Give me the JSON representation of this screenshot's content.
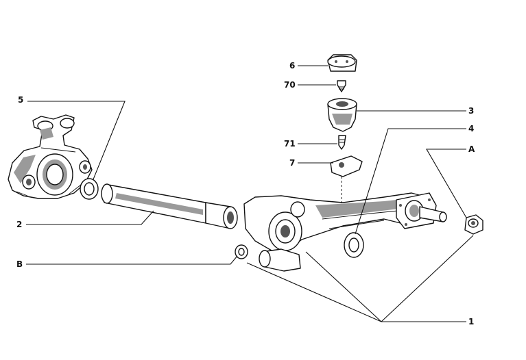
{
  "callouts": {
    "c1": "1",
    "c2": "2",
    "c3": "3",
    "c4": "4",
    "c5": "5",
    "c6": "6",
    "c7": "7",
    "c70": "70",
    "c71": "71",
    "cA": "A",
    "cB": "B"
  }
}
